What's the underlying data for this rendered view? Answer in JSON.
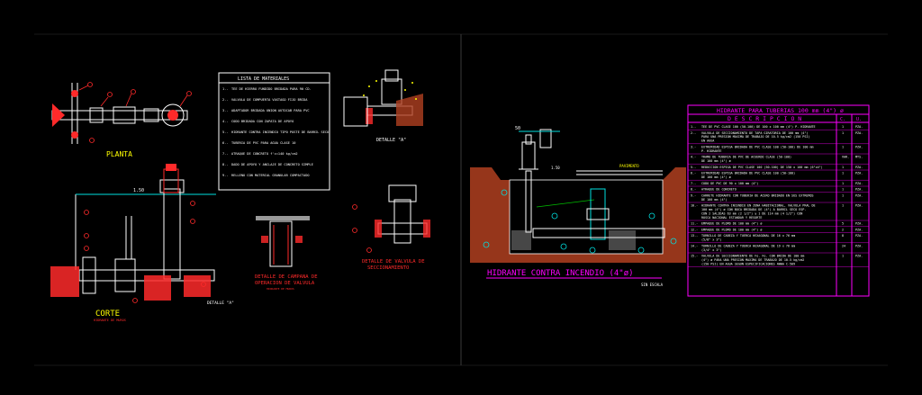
{
  "colors": {
    "background": "#000000",
    "primary_line": "#ffffff",
    "section": "#ff2a2a",
    "dims": "#00e0e0",
    "labels": "#ffff00",
    "accent": "#ff00ff",
    "ground": "#b04020",
    "green": "#00c000"
  },
  "plan": {
    "title": "PLANTA"
  },
  "section": {
    "title": "CORTE",
    "subtitle": "HIDRANTE DE MUROS",
    "dim": "1.50",
    "detail_ref": "DETALLE \"A\""
  },
  "materials": {
    "title": "LISTA DE MATERIALES",
    "items": [
      {
        "n": "1.-",
        "text": "TEE DE HIERRO FUNDIDO BRIDADA PARA 90 CD."
      },
      {
        "n": "2.-",
        "text": "VALVULA DE COMPUERTA VASTAGO FIJO BRIDA"
      },
      {
        "n": "3.-",
        "text": "ADAPTADOR BRIDADA UNION AUTOCAB PARA PVC"
      },
      {
        "n": "4.-",
        "text": "CODO BRIDADA CON ZAPATA DE APOYO"
      },
      {
        "n": "5.-",
        "text": "HIDRANTE CONTRA INCENDIO TIPO POSTE DE BARRIL SECO"
      },
      {
        "n": "6.-",
        "text": "TUBERIA DE PVC PARA AGUA CLASE 10"
      },
      {
        "n": "7.-",
        "text": "ATRAQUE DE CONCRETO f'c=140 kg/cm2"
      },
      {
        "n": "8.-",
        "text": "DADO DE APOYO Y ANCLAJE DE CONCRETO SIMPLE"
      },
      {
        "n": "9.-",
        "text": "RELLENO CON MATERIAL GRANULAR COMPACTADO"
      }
    ]
  },
  "detail_a": {
    "title": "DETALLE \"A\""
  },
  "campana": {
    "title_line1": "DETALLE DE CAMPANA DE",
    "title_line2": "OPERACION DE VALVULA",
    "note": "HIDRANTE DE MUROS"
  },
  "valve": {
    "title_line1": "DETALLE DE VALVULA DE",
    "title_line2": "SECCIONAMIENTO"
  },
  "hydrant": {
    "title": "HIDRANTE CONTRA INCENDIO (4\"ø)",
    "scale": "SIN ESCALA",
    "pavement": "PAVIMENTO",
    "dim_top": "50",
    "dim_mid": "1.50"
  },
  "table": {
    "title": "HIDRANTE PARA TUBERIAS 100 mm (4\") ø",
    "col_desc": "D E S C R I P C I O N",
    "col_qty": "C.",
    "col_unit": "U.",
    "rows": [
      {
        "n": "1.-",
        "lines": [
          "TEE DE PVC CLASE 100 (50-100) DE 100 x 100 mm (4\") P. HIDRANTE"
        ],
        "qty": "1",
        "unit": "PZA."
      },
      {
        "n": "2.-",
        "lines": [
          "VALVULA DE SECCIONAMIENTO DE TAPA GIRATORIA DE 100 mm (4\")",
          "PARA UNA PRESION MAXIMA DE TRABAJO DE 10.5 kg/cm2 (150 PSI)",
          "EN AGUA"
        ],
        "qty": "1",
        "unit": "PZA."
      },
      {
        "n": "3.-",
        "lines": [
          "EXTREMIDAD ESPIGA BRIDADA DE PVC CLASE 100 (50-100) DE 100 mm",
          "P. HIDRANTE"
        ],
        "qty": "1",
        "unit": "PZA."
      },
      {
        "n": "4.-",
        "lines": [
          "TRAMO DE TUBERIA DE PVC DE ACUERDO CLASE (50-100)",
          "DE 100 mm (4\") ø"
        ],
        "qty": "VAR.",
        "unit": "MTS."
      },
      {
        "n": "5.-",
        "lines": [
          "REDUCCION ESPIGA DE PVC CLASE 100 (50-100) DE 150 x 100 mm (6\"x4\")"
        ],
        "qty": "1",
        "unit": "PZA."
      },
      {
        "n": "6.-",
        "lines": [
          "EXTREMIDAD ESPIGA BRIDADA DE PVC CLASE 100 (50-100)",
          "DE 100 mm (4\") ø"
        ],
        "qty": "1",
        "unit": "PZA."
      },
      {
        "n": "7.-",
        "lines": [
          "CODO DE PVC DE 90 x 100 mm (4\")"
        ],
        "qty": "1",
        "unit": "PZA."
      },
      {
        "n": "8.-",
        "lines": [
          "ATRAQUE DE CONCRETO"
        ],
        "qty": "1",
        "unit": "PZA."
      },
      {
        "n": "9.-",
        "lines": [
          "CARRETE HIDRANTE CON TUBERIA DE ACERO BRIDADO EN SUS EXTREMOS",
          "DE 100 mm (4\")"
        ],
        "qty": "1",
        "unit": "PZA."
      },
      {
        "n": "10.-",
        "lines": [
          "HIDRANTE CONTRA INCENDIO EN ZONA HABITACIONAL, VALVULA PRAL DE",
          "100 mm (4\") ø CON BOCA BRIDADA DE (4\") A BARRIL SECO ESP.",
          "CON 2 SALIDAS 63 mm (2 1/2\") y 1 DE 114 mm (4 1/2\") CON",
          "ROSCA NACIONAL ESTANDAR Y RESORTE"
        ],
        "qty": "1",
        "unit": "PZA."
      },
      {
        "n": "11.-",
        "lines": [
          "EMPAQUE DE PLOMO DE 100 mm (4\") ø"
        ],
        "qty": "5",
        "unit": "PZA."
      },
      {
        "n": "12.-",
        "lines": [
          "EMPAQUE DE PLOMO DE 100 mm (4\") ø"
        ],
        "qty": "2",
        "unit": "PZA."
      },
      {
        "n": "13.-",
        "lines": [
          "TORNILLO DE CABEZA Y TUERCA HEXAGONAL DE 16 x 76 mm",
          "(5/8\" x 3\")"
        ],
        "qty": "8",
        "unit": "PZA."
      },
      {
        "n": "14.-",
        "lines": [
          "TORNILLO DE CABEZA Y TUERCA HEXAGONAL DE 19 x 76 mm",
          "(3/4\" x 3\")"
        ],
        "qty": "24",
        "unit": "PZA."
      },
      {
        "n": "15.-",
        "lines": [
          "VALVULA DE SECCIONAMIENTO DE Fo. Fo. CON BRIDA DE 100 mm",
          "(4\") ø PARA UNA PRESION MAXIMA DE TRABAJO DE 10.5 kg/cm2",
          "(150 PSI) EN AGUA SEGUN ESPECIFICACIONES AWWA C-509"
        ],
        "qty": "1",
        "unit": "PZA."
      }
    ]
  }
}
